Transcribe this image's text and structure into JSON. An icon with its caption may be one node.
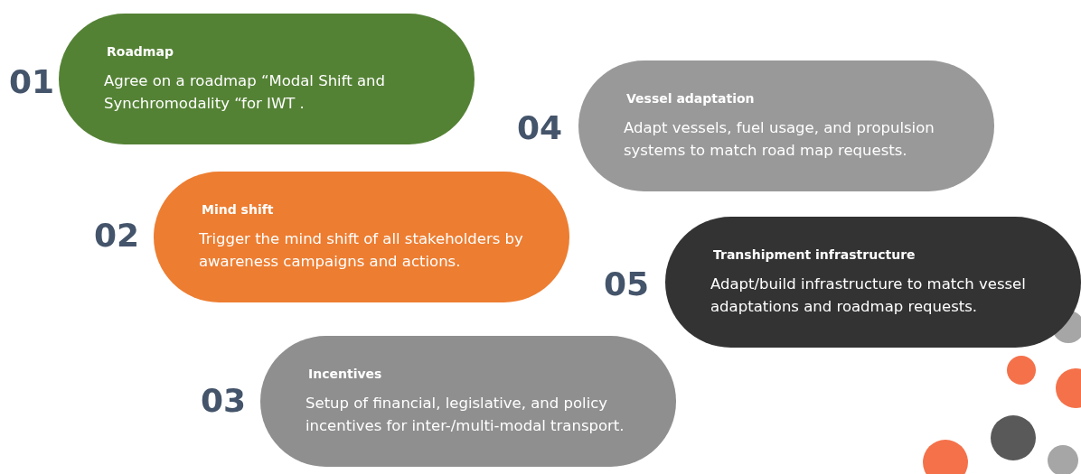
{
  "diagram": {
    "nodes": [
      {
        "text": [
          "Roadmap",
          "Agree on a roadmap “Modal Shift and Synchromodality “for IWT ."
        ],
        "beside": [
          "01"
        ]
      },
      {
        "text": [
          "Mind shift",
          "Trigger the mind shift of all stakeholders by awareness campaigns and actions."
        ],
        "beside": [
          "02"
        ]
      },
      {
        "text": [
          "Incentives",
          "Setup of financial, legislative, and policy incentives for inter-/multi-modal transport."
        ],
        "beside": [
          "03"
        ]
      },
      {
        "text": [
          "Vessel adaptation",
          "Adapt vessels, fuel usage, and propulsion systems to match road map requests."
        ],
        "beside": [
          "04"
        ]
      },
      {
        "text": [
          "Transhipment infrastructure",
          "Adapt/build infrastructure to match vessel adaptations and roadmap requests."
        ],
        "beside": [
          "05"
        ]
      }
    ]
  }
}
